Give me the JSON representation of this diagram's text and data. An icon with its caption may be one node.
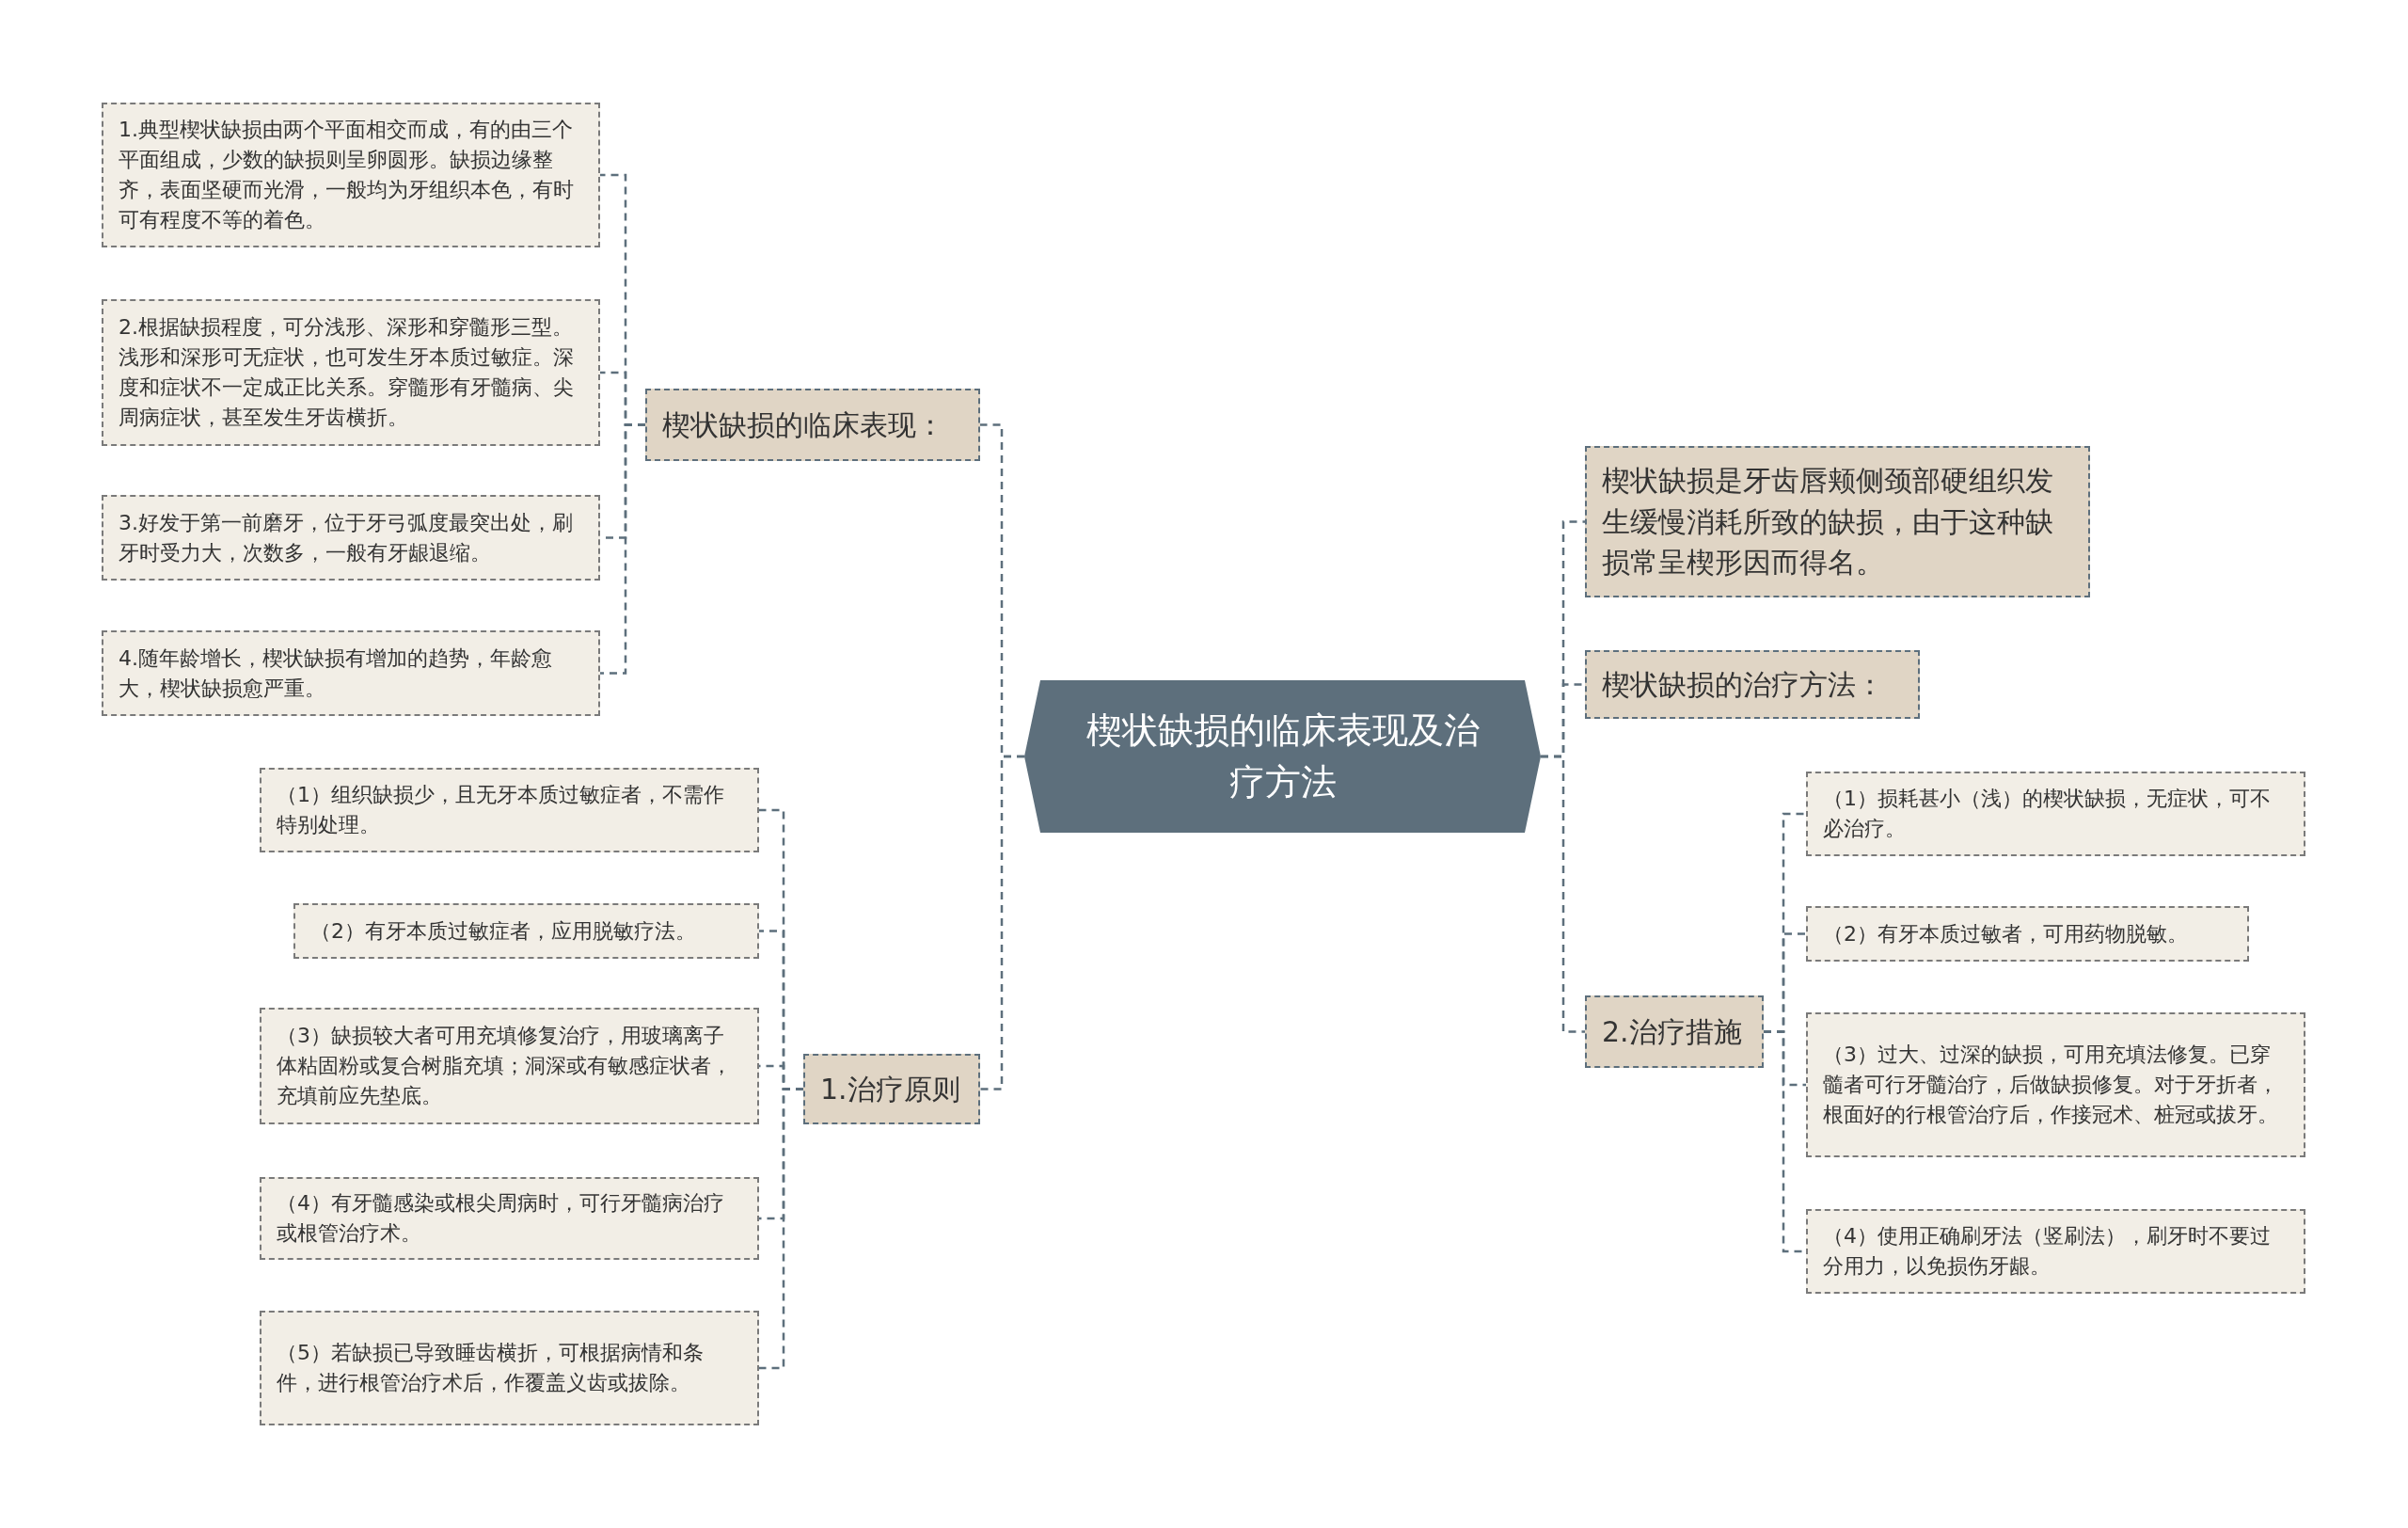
{
  "diagram": {
    "nodes": [
      {
        "text": [
          "楔状缺损的临床表现及治疗方法"
        ]
      },
      {
        "text": [
          "楔状缺损的临床表现："
        ]
      },
      {
        "text": [
          "1.典型楔状缺损由两个平面相交而成，有的由三个平面组成，少数的缺损则呈卵圆形。缺损边缘整齐，表面坚硬而光滑，一般均为牙组织本色，有时可有程度不等的着色。"
        ]
      },
      {
        "text": [
          "2.根据缺损程度，可分浅形、深形和穿髓形三型。浅形和深形可无症状，也可发生牙本质过敏症。深度和症状不一定成正比关系。穿髓形有牙髓病、尖周病症状，甚至发生牙齿横折。"
        ]
      },
      {
        "text": [
          "3.好发于第一前磨牙，位于牙弓弧度最突出处，刷牙时受力大，次数多，一般有牙龈退缩。"
        ]
      },
      {
        "text": [
          "4.随年龄增长，楔状缺损有增加的趋势，年龄愈大，楔状缺损愈严重。"
        ]
      },
      {
        "text": [
          "1.治疗原则"
        ]
      },
      {
        "text": [
          "（1）组织缺损少，且无牙本质过敏症者，不需作特别处理。"
        ]
      },
      {
        "text": [
          "（2）有牙本质过敏症者，应用脱敏疗法。"
        ]
      },
      {
        "text": [
          "（3）缺损较大者可用充填修复治疗，用玻璃离子体粘固粉或复合树脂充填；洞深或有敏感症状者，充填前应先垫底。"
        ]
      },
      {
        "text": [
          "（4）有牙髓感染或根尖周病时，可行牙髓病治疗或根管治疗术。"
        ]
      },
      {
        "text": [
          "（5）若缺损已导致睡齿横折，可根据病情和条件，进行根管治疗术后，作覆盖义齿或拔除。"
        ]
      },
      {
        "text": [
          "楔状缺损是牙齿唇颊侧颈部硬组织发生缓慢消耗所致的缺损，由于这种缺损常呈楔形因而得名。"
        ]
      },
      {
        "text": [
          "楔状缺损的治疗方法："
        ]
      },
      {
        "text": [
          "2.治疗措施"
        ]
      },
      {
        "text": [
          "（1）损耗甚小（浅）的楔状缺损，无症状，可不必治疗。"
        ]
      },
      {
        "text": [
          "（2）有牙本质过敏者，可用药物脱敏。"
        ]
      },
      {
        "text": [
          "（3）过大、过深的缺损，可用充填法修复。已穿髓者可行牙髓治疗，后做缺损修复。对于牙折者，根面好的行根管治疗后，作接冠术、桩冠或拔牙。"
        ]
      },
      {
        "text": [
          "（4）使用正确刷牙法（竖刷法），刷牙时不要过分用力，以免损伤牙龈。"
        ]
      }
    ],
    "edges": [
      {
        "from": 0,
        "to": 1,
        "arrow": "none"
      },
      {
        "from": 0,
        "to": 6,
        "arrow": "none"
      },
      {
        "from": 0,
        "to": 12,
        "arrow": "none"
      },
      {
        "from": 0,
        "to": 13,
        "arrow": "none"
      },
      {
        "from": 0,
        "to": 14,
        "arrow": "none"
      },
      {
        "from": 1,
        "to": 2,
        "arrow": "none"
      },
      {
        "from": 1,
        "to": 3,
        "arrow": "none"
      },
      {
        "from": 1,
        "to": 4,
        "arrow": "none"
      },
      {
        "from": 1,
        "to": 5,
        "arrow": "none"
      },
      {
        "from": 6,
        "to": 7,
        "arrow": "none"
      },
      {
        "from": 6,
        "to": 8,
        "arrow": "none"
      },
      {
        "from": 6,
        "to": 9,
        "arrow": "none"
      },
      {
        "from": 6,
        "to": 10,
        "arrow": "none"
      },
      {
        "from": 6,
        "to": 11,
        "arrow": "none"
      },
      {
        "from": 14,
        "to": 15,
        "arrow": "none"
      },
      {
        "from": 14,
        "to": 16,
        "arrow": "none"
      },
      {
        "from": 14,
        "to": 17,
        "arrow": "none"
      },
      {
        "from": 14,
        "to": 18,
        "arrow": "none"
      }
    ]
  }
}
